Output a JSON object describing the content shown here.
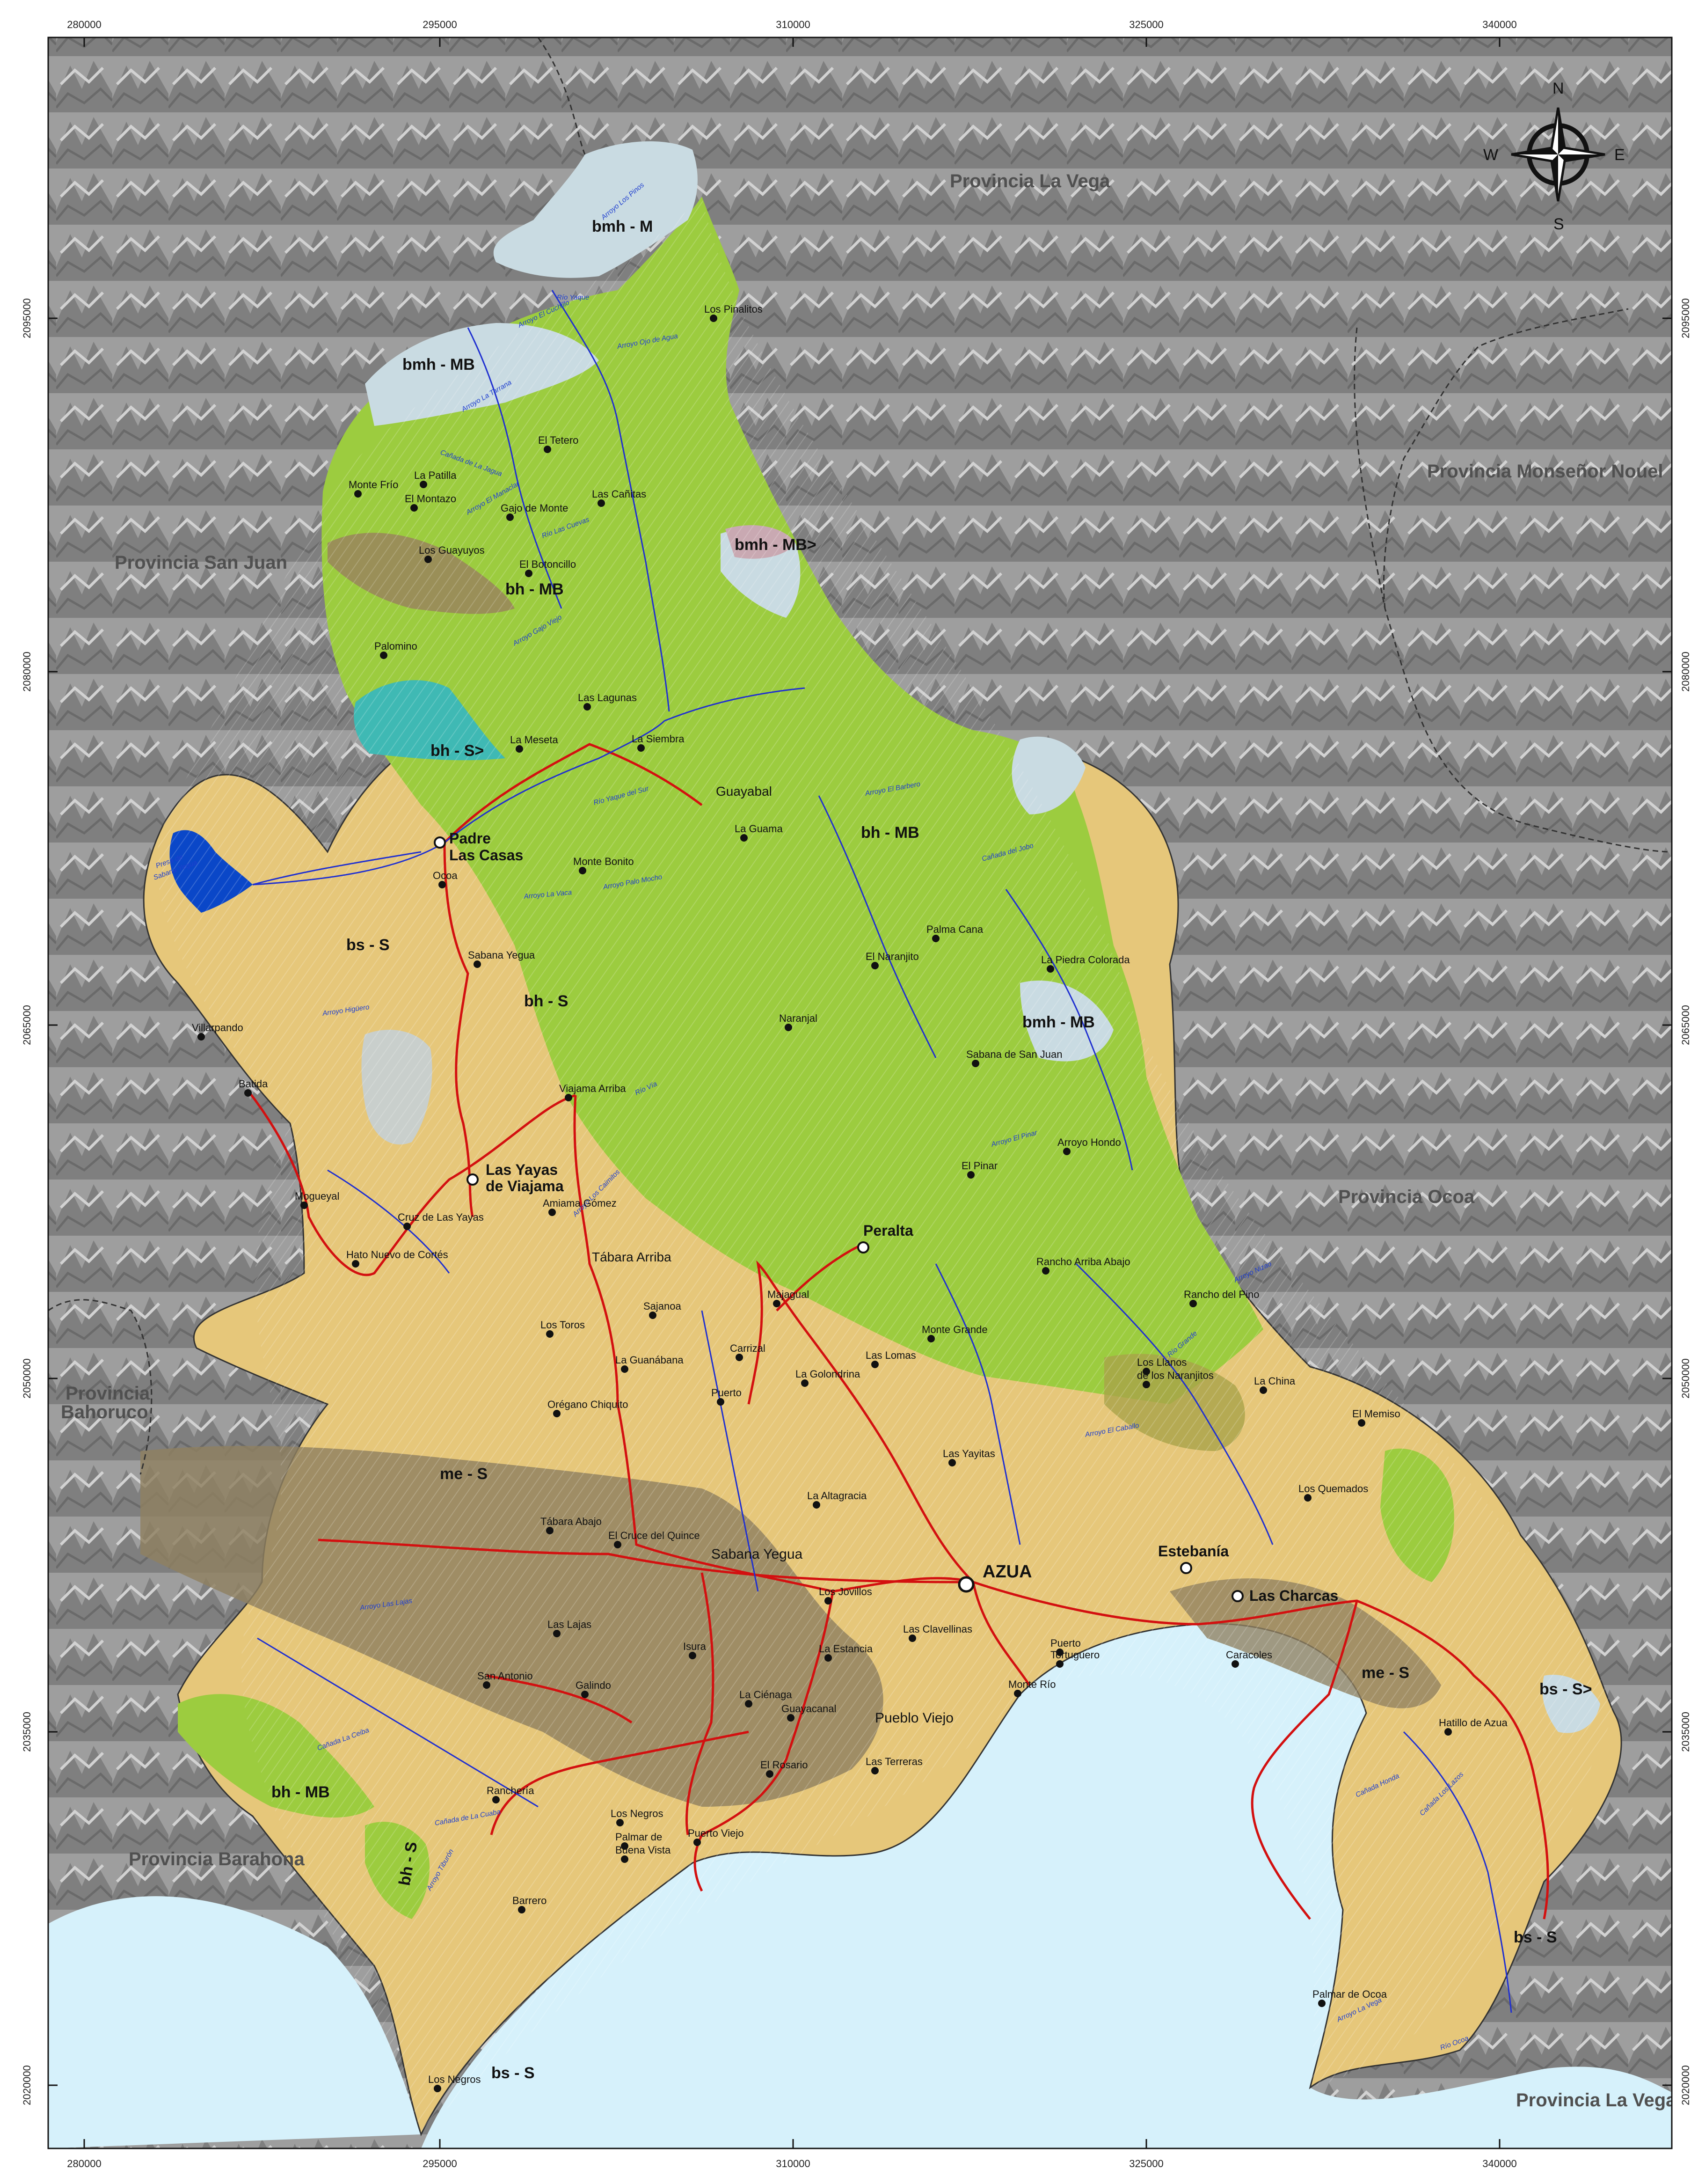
{
  "map": {
    "ticks_x": [
      "280000",
      "295000",
      "310000",
      "325000",
      "340000"
    ],
    "ticks_y": [
      "2095000",
      "2080000",
      "2065000",
      "2050000",
      "2035000",
      "2020000"
    ],
    "compass": {
      "n": "N",
      "s": "S",
      "e": "E",
      "w": "W"
    },
    "provinces": [
      "Provincia La Vega",
      "Provincia Monseñor Nouel",
      "Provincia San Juan",
      "Provincia Ocoa",
      "Provincia",
      "Bahoruco",
      "Provincia Barahona",
      "Provincia La Vega"
    ],
    "zones": [
      "bmh - M",
      "bmh - MB",
      "bmh - MB>",
      "bh - MB",
      "bh - S>",
      "bh - MB",
      "bs - S",
      "bh - S",
      "bmh - MB",
      "me - S",
      "me - S",
      "bs - S>",
      "bh - MB",
      "bh - S",
      "bs - S",
      "bs - S"
    ],
    "major_towns": [
      "Padre",
      "Las Casas",
      "Las Yayas",
      "de Viajama",
      "Peralta",
      "AZUA",
      "Estebanía",
      "Las Charcas",
      "Sabana Yegua",
      "Pueblo Viejo",
      "Guayabal",
      "Tábara Arriba"
    ],
    "towns": [
      "Los Pinalitos",
      "El Tetero",
      "La Patilla",
      "Monte Frío",
      "Las Cañitas",
      "El Montazo",
      "Gajo de Monte",
      "Los Guayuyos",
      "El Botoncillo",
      "Palomino",
      "Las Lagunas",
      "La Siembra",
      "La Meseta",
      "La Guama",
      "Monte Bonito",
      "Ocoa",
      "Sabana Yegua",
      "Palma Cana",
      "El Naranjito",
      "La Piedra Colorada",
      "Naranjal",
      "Sabana de San Juan",
      "Villarpando",
      "Batida",
      "Viajama Arriba",
      "Arroyo Hondo",
      "El Pinar",
      "Mogueyal",
      "Amiama Gómez",
      "Cruz de Las Yayas",
      "Hato Nuevo de Cortés",
      "Rancho Arriba Abajo",
      "Rancho del Pino",
      "Sajanoa",
      "Majagual",
      "Los Toros",
      "Monte Grande",
      "Carrizal",
      "Las Lomas",
      "Los Llanos",
      "de los Naranjitos",
      "La China",
      "La Guanábana",
      "La Golondrina",
      "Puerto",
      "Orégano Chiquito",
      "El Memiso",
      "Las Yayitas",
      "La Altagracia",
      "Los Quemados",
      "Tábara Abajo",
      "El Cruce del Quince",
      "Los Jovillos",
      "Las Lajas",
      "Las Clavellinas",
      "Puerto",
      "Tortuguero",
      "Isura",
      "La Estancia",
      "Caracoles",
      "San Antonio",
      "Monte Río",
      "Galindo",
      "La Ciénaga",
      "Guayacanal",
      "Hatillo de Azua",
      "El Rosario",
      "Las Terreras",
      "Ranchería",
      "Los Negros",
      "Palmar de",
      "Buena Vista",
      "Puerto Viejo",
      "Barrero",
      "Palmar de Ocoa",
      "Los Negros"
    ],
    "streams": [
      "Arroyo Los Pinos",
      "Río Yaque",
      "Arroyo El Cuchillo",
      "Arroyo Ojo de Agua",
      "Arroyo La Tarrana",
      "Arroyo El Manaclar",
      "Río Las Cuevas",
      "Cañada de La Jagua",
      "Arroyo Gajo Viejo",
      "Río Yaque del Sur",
      "Arroyo El Barbero",
      "Cañada del Jobo",
      "Arroyo La Vaca",
      "Arroyo Palo Mocho",
      "Arroyo Higüero",
      "Arroyo Las Lajas",
      "Arroyo El Pinar",
      "Río Grande",
      "Arroyo Nizao",
      "Río Vía",
      "Cañada de La Cuaba",
      "Arroyo El Caballo",
      "Arroyo Los Caimitos",
      "Cañada Los Lazos",
      "Cañada Honda",
      "Cañada La Ceiba",
      "Arroyo Tiburón",
      "Río Ocoa",
      "Arroyo La Vega"
    ],
    "reservoir": [
      "Presa de",
      "Sabana Yegua"
    ],
    "colors": {
      "sea": "#d6f1fb",
      "relief": "#9a9a9a",
      "dry_forest_bs": "#e6c77a",
      "humid_forest_bh": "#9ccc3f",
      "very_humid_bmh": "#c9dbe2",
      "thorny_me": "#8f8060",
      "road": "#d31010",
      "river": "#2030d0",
      "lake": "#0a47c8"
    }
  }
}
